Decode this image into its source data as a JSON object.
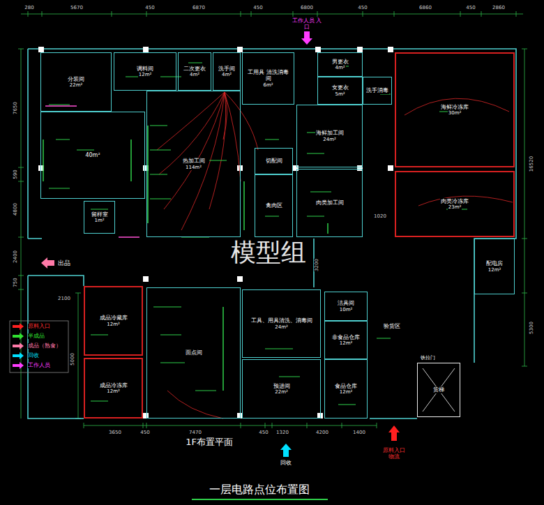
{
  "diagram": {
    "title": "一层电路点位布置图",
    "nodes": [
      {
        "text": [
          "分装间",
          "22m²"
        ]
      },
      {
        "text": [
          "调料间",
          "12m²"
        ]
      },
      {
        "text": [
          "二次更衣",
          "4m²"
        ]
      },
      {
        "text": [
          "洗手间",
          "4m²"
        ]
      },
      {
        "text": [
          "工用具 清洗消毒间",
          "6m²"
        ]
      },
      {
        "text": [
          "男更衣",
          "4m²"
        ]
      },
      {
        "text": [
          "女更衣",
          "5m²"
        ]
      },
      {
        "text": [
          "洗手消毒"
        ]
      },
      {
        "text": [
          "海鲜冷冻库",
          "30m²"
        ]
      },
      {
        "text": [
          "40m²"
        ]
      },
      {
        "text": [
          "热加工间",
          "114m²"
        ]
      },
      {
        "text": [
          "海鲜加工间",
          "24m²"
        ]
      },
      {
        "text": [
          "切配间"
        ]
      },
      {
        "text": [
          "禽肉区"
        ]
      },
      {
        "text": [
          "肉类加工间"
        ]
      },
      {
        "text": [
          "肉类冷冻库",
          "23m²"
        ]
      },
      {
        "text": [
          "留样室",
          "1m²"
        ]
      },
      {
        "text": [
          "配电房",
          "12m²"
        ]
      },
      {
        "text": [
          "成品冷藏库",
          "12m²"
        ]
      },
      {
        "text": [
          "成品冷冻库",
          "12m²"
        ]
      },
      {
        "text": [
          "面点间"
        ]
      },
      {
        "text": [
          "工具、用具清洗、消毒间",
          "24m²"
        ]
      },
      {
        "text": [
          "洁具间",
          "10m²"
        ]
      },
      {
        "text": [
          "非食品仓库",
          "12m²"
        ]
      },
      {
        "text": [
          "预进间",
          "22m²"
        ]
      },
      {
        "text": [
          "食品仓库",
          "12m²"
        ]
      },
      {
        "text": [
          "验货区"
        ]
      },
      {
        "text": [
          "货梯"
        ]
      }
    ],
    "labels": [
      "工作人员 入口",
      "出品",
      "回收",
      "原料入口 物流",
      "模型组",
      "1F布置平面",
      "铁拉门",
      "280",
      "5670",
      "450",
      "6870",
      "450",
      "6800",
      "450",
      "6860",
      "450",
      "2860",
      "7650",
      "590",
      "4800",
      "2400",
      "750",
      "5000",
      "2100",
      "16520",
      "5300",
      "3650",
      "450",
      "7470",
      "450",
      "1320",
      "4200",
      "1400",
      "3200",
      "1020"
    ],
    "legend": [
      {
        "text": "原料入口"
      },
      {
        "text": "半成品"
      },
      {
        "text": "成品（熟食）"
      },
      {
        "text": "回收"
      },
      {
        "text": "工作人员"
      }
    ]
  }
}
